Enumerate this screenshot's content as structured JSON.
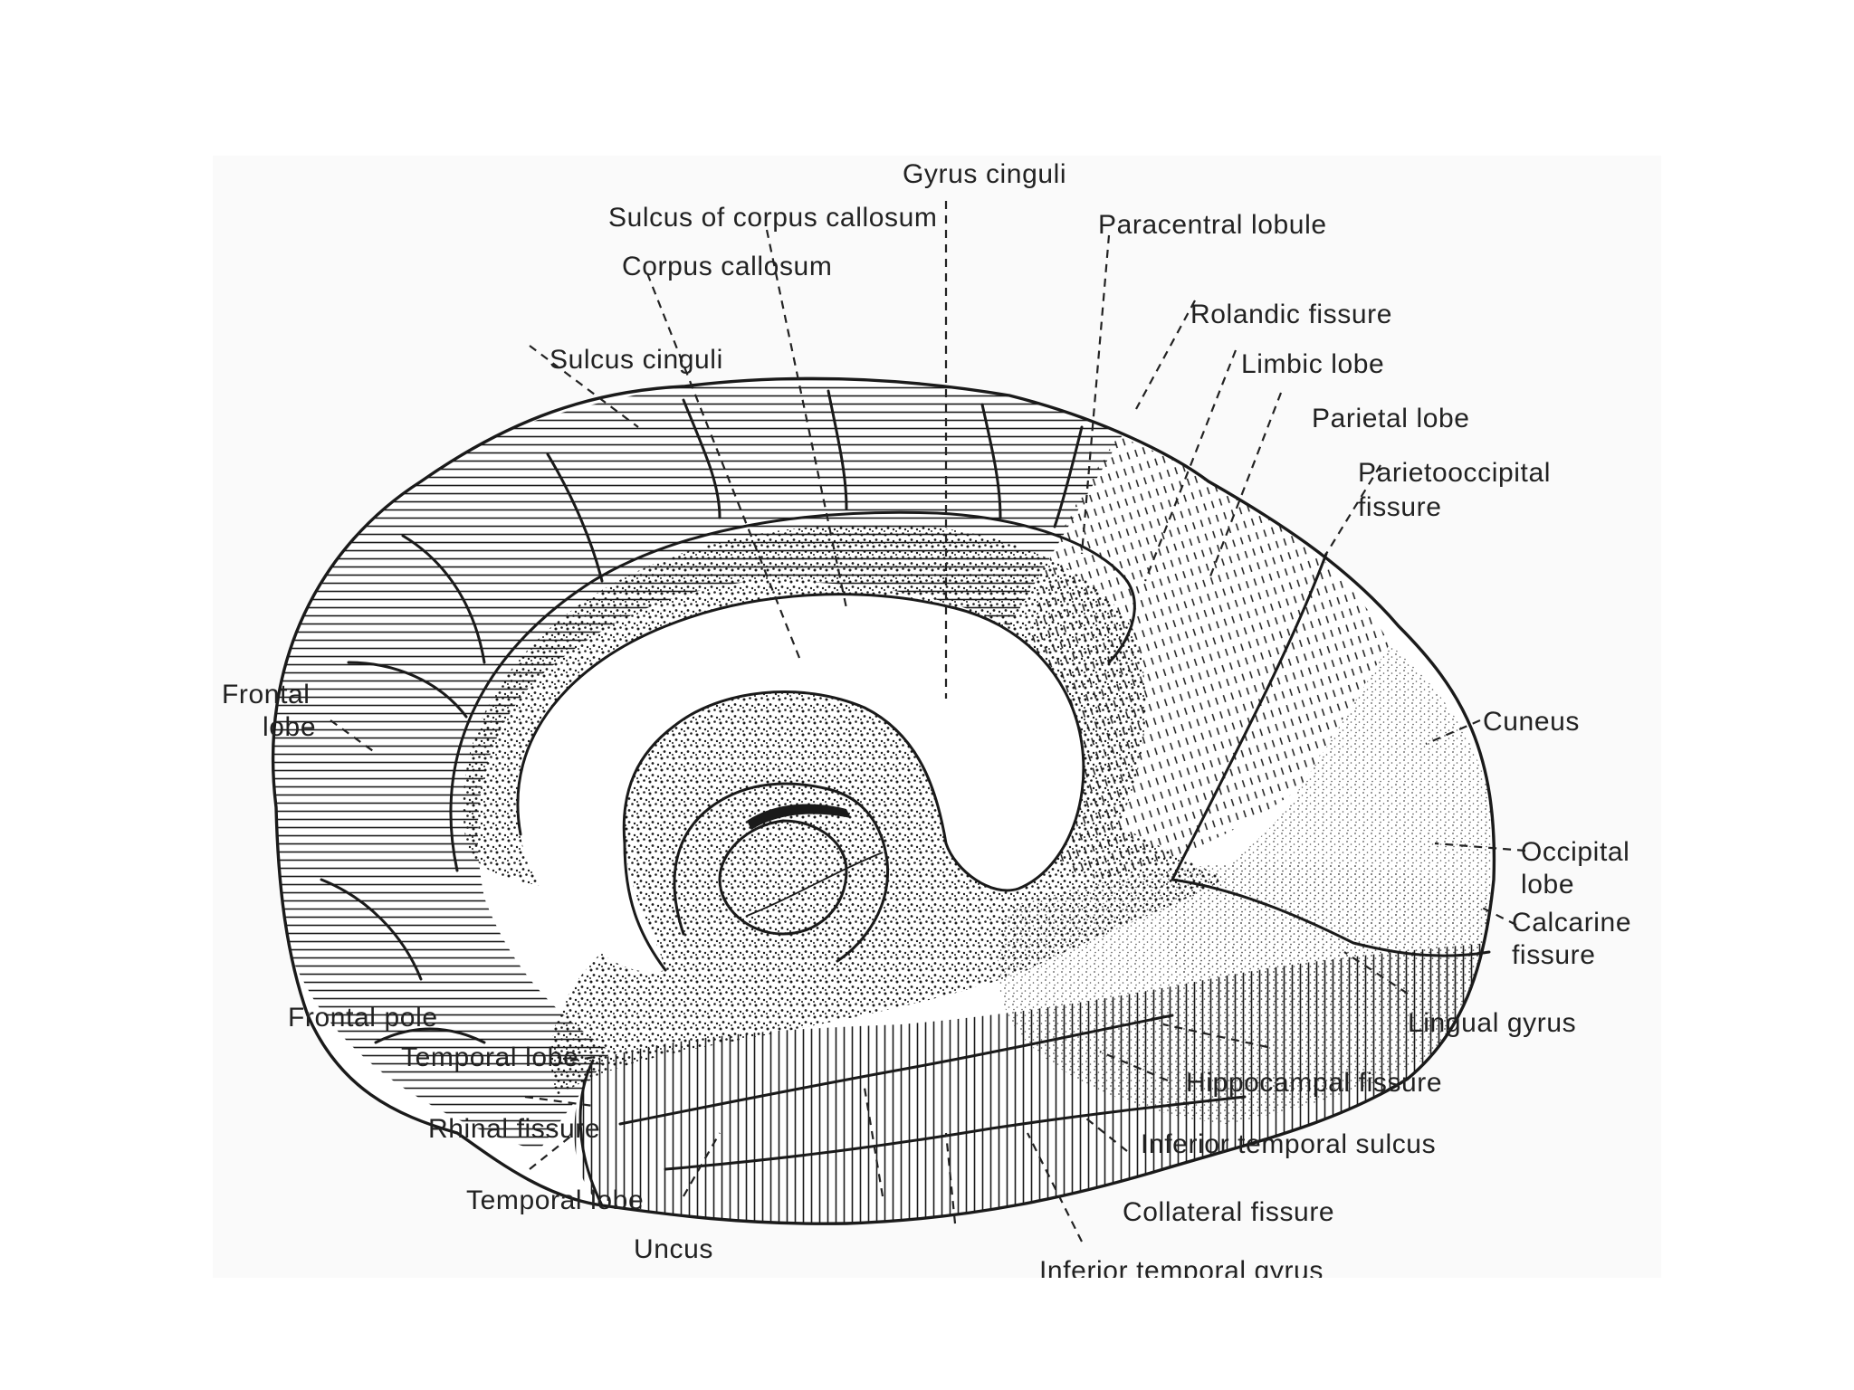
{
  "figure": {
    "labels": {
      "gyrus_cinguli": "Gyrus cinguli",
      "sulcus_corpus_callosum": "Sulcus of corpus callosum",
      "corpus_callosum": "Corpus callosum",
      "sulcus_cinguli": "Sulcus cinguli",
      "paracentral_lobule": "Paracentral lobule",
      "rolandic_fissure": "Rolandic fissure",
      "limbic_lobe": "Limbic lobe",
      "parietal_lobe": "Parietal lobe",
      "parietooccipital_fissure_1": "Parietooccipital",
      "parietooccipital_fissure_2": "fissure",
      "cuneus": "Cuneus",
      "frontal_lobe_1": "Frontal",
      "frontal_lobe_2": "lobe",
      "occipital_lobe_1": "Occipital",
      "occipital_lobe_2": "lobe",
      "calcarine_fissure_1": "Calcarine",
      "calcarine_fissure_2": "fissure",
      "lingual_gyrus": "Lingual gyrus",
      "frontal_pole": "Frontal pole",
      "temporal_lobe_upper": "Temporal lobe",
      "hippocampal_fissure": "Hippocampal fissure",
      "rhinal_fissure": "Rhinal fissure",
      "inferior_temporal_sulcus": "Inferior temporal sulcus",
      "temporal_lobe_lower": "Temporal lobe",
      "collateral_fissure": "Collateral fissure",
      "uncus": "Uncus",
      "inferior_temporal_gyrus": "Inferior temporal gyrus"
    },
    "style": {
      "ink_color": "#1a1a1a",
      "paper_color": "#ffffff",
      "panel_color": "#fafafa"
    }
  }
}
